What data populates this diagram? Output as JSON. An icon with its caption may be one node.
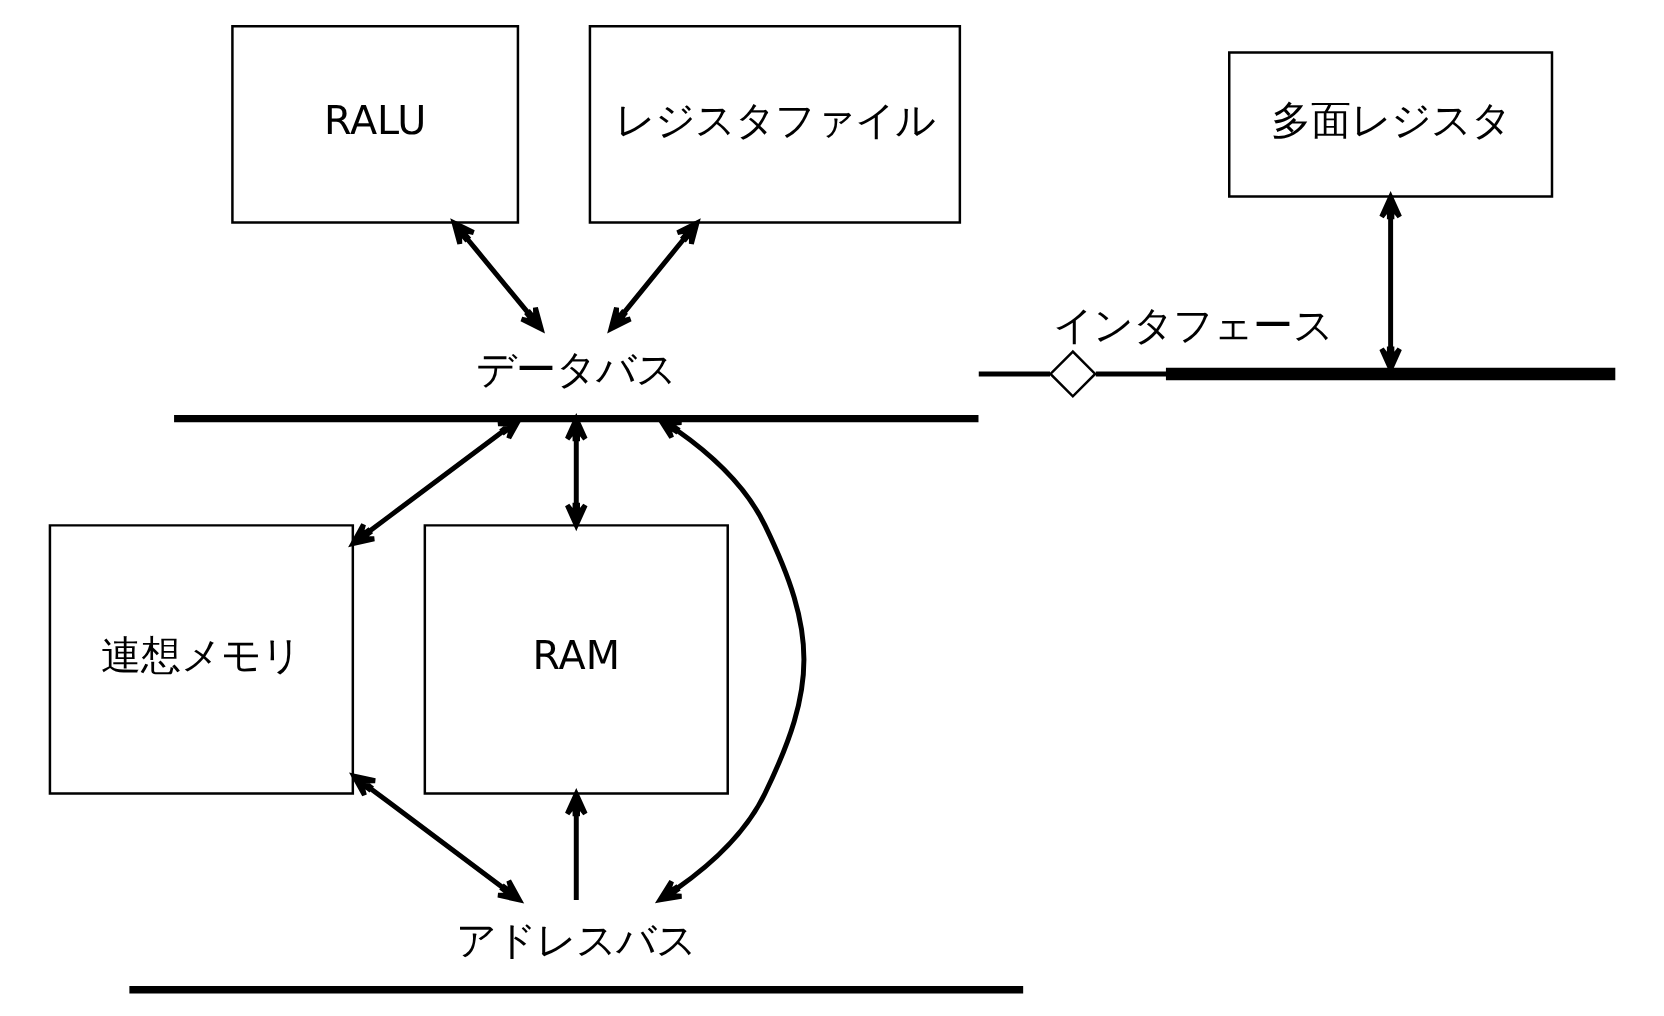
{
  "diagram": {
    "nodes": [
      {
        "text": [
          "RALU"
        ]
      },
      {
        "text": [
          "レジスタファイル"
        ]
      },
      {
        "text": [
          "多面レジスタ"
        ]
      },
      {
        "text": [
          "データバス"
        ]
      },
      {
        "text": [],
        "shape": "diamond",
        "beside": [
          "インタフェース"
        ]
      },
      {
        "text": [],
        "shape": "bar"
      },
      {
        "text": [
          "連想メモリ"
        ]
      },
      {
        "text": [
          "RAM"
        ]
      },
      {
        "text": [
          "アドレスバス"
        ]
      }
    ],
    "edges": [
      {
        "from": 0,
        "to": 3,
        "arrow": "both"
      },
      {
        "from": 1,
        "to": 3,
        "arrow": "both"
      },
      {
        "from": 3,
        "to": 4,
        "arrow": "none"
      },
      {
        "from": 4,
        "to": 5,
        "arrow": "none"
      },
      {
        "from": 2,
        "to": 5,
        "arrow": "both"
      },
      {
        "from": 3,
        "to": 6,
        "arrow": "both"
      },
      {
        "from": 3,
        "to": 7,
        "arrow": "both"
      },
      {
        "from": 3,
        "to": 8,
        "arrow": "both"
      },
      {
        "from": 6,
        "to": 8,
        "arrow": "both"
      },
      {
        "from": 8,
        "to": 7,
        "arrow": "to"
      }
    ]
  }
}
